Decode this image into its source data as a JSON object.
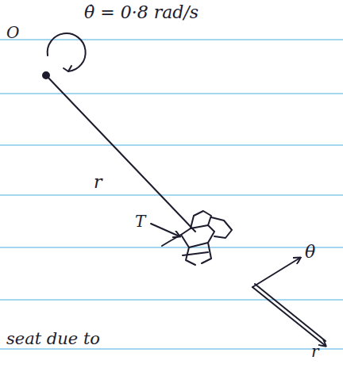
{
  "diagram": {
    "labels": [
      "θ̇ = 0·8 rad/s",
      "O",
      "r",
      "T",
      "θ",
      "r",
      "seat due to"
    ]
  }
}
